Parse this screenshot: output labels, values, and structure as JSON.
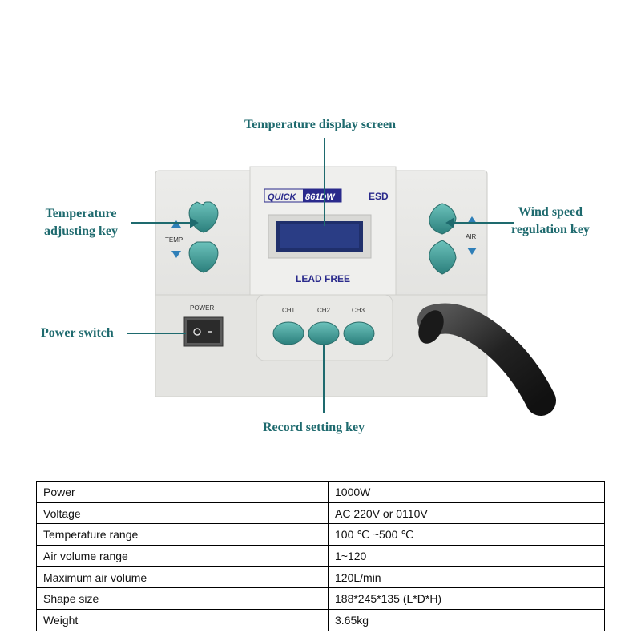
{
  "callouts": {
    "display_screen": "Temperature display screen",
    "temp_key_line1": "Temperature",
    "temp_key_line2": "adjusting key",
    "wind_key_line1": "Wind speed",
    "wind_key_line2": "regulation key",
    "power_switch": "Power switch",
    "record_key": "Record setting key"
  },
  "device": {
    "brand": "QUICK",
    "model": "861DW",
    "esd": "ESD",
    "lead_free": "LEAD FREE",
    "temp_label": "TEMP",
    "air_label": "AIR",
    "power_label": "POWER",
    "channels": [
      "CH1",
      "CH2",
      "CH3"
    ]
  },
  "colors": {
    "accent": "#1e6a6e",
    "button_teal": "#3d9c98",
    "body_grey": "#e3e3e0"
  },
  "specs": [
    {
      "label": "Power",
      "value": "1000W"
    },
    {
      "label": "Voltage",
      "value": "AC 220V or 0110V"
    },
    {
      "label": "Temperature range",
      "value": "100 ℃ ~500 ℃"
    },
    {
      "label": "Air volume range",
      "value": "1~120"
    },
    {
      "label": "Maximum air volume",
      "value": "120L/min"
    },
    {
      "label": "Shape size",
      "value": "188*245*135 (L*D*H)"
    },
    {
      "label": "Weight",
      "value": "3.65kg"
    }
  ]
}
